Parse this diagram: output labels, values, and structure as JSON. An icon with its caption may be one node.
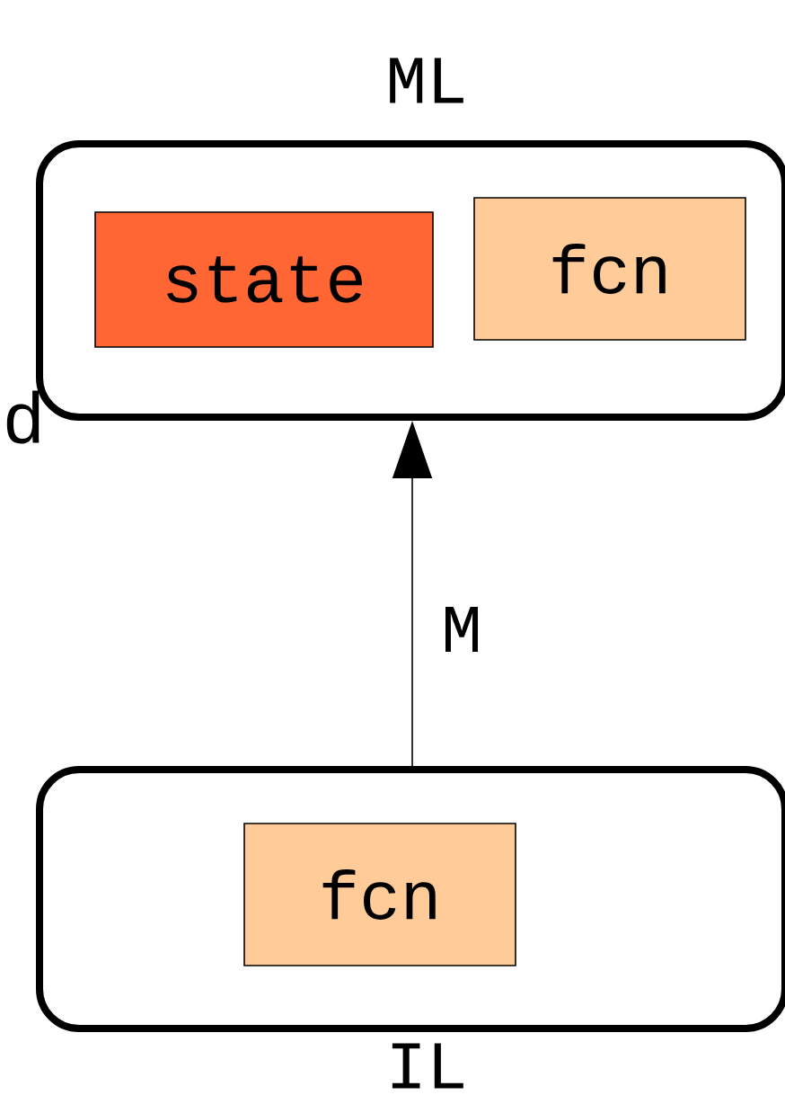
{
  "diagram": {
    "nodes": [
      {
        "text": [
          "ML"
        ]
      },
      {
        "text": [
          "state"
        ],
        "in": 0
      },
      {
        "text": [
          "fcn"
        ],
        "in": 0
      },
      {
        "text": [
          "IL"
        ]
      },
      {
        "text": [
          "fcn"
        ],
        "in": 3
      }
    ],
    "edges": [
      {
        "from": 3,
        "to": 0,
        "arrow": "to",
        "label": "M"
      }
    ],
    "labels": [
      "d"
    ]
  }
}
